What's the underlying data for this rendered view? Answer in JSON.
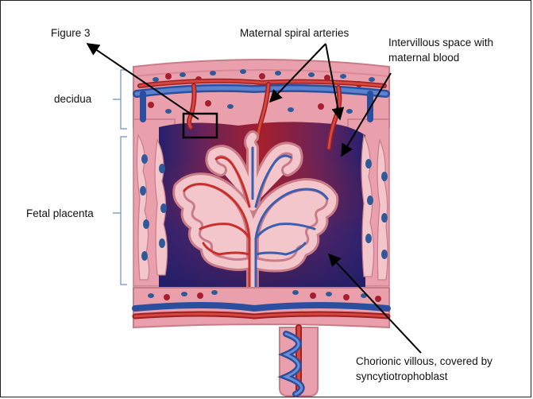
{
  "labels": {
    "figure_ref": "Figure 3",
    "spiral_arteries": "Maternal spiral arteries",
    "intervillous_line1": "Intervillous space with",
    "intervillous_line2": "maternal blood",
    "decidua": "decidua",
    "fetal_placenta": "Fetal placenta",
    "chorionic_line1": "Chorionic villous, covered by",
    "chorionic_line2": "syncytiotrophoblast"
  },
  "colors": {
    "decidua_pink": "#e9a0ac",
    "decidua_dark": "#c8707e",
    "artery_red": "#c9302c",
    "vein_blue": "#3a5fb0",
    "maternal_blood": "#a51f2e",
    "intervillous_purple": "#2d2a7a",
    "villus_pink": "#f3c6cc",
    "cell_blue": "#2e5a9a"
  }
}
